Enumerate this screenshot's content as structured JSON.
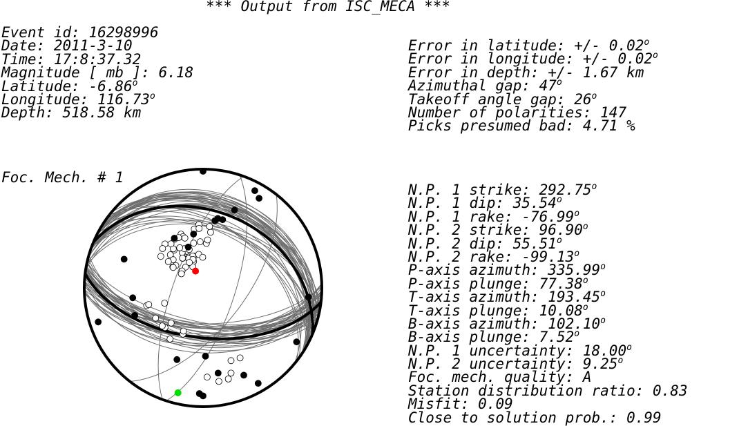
{
  "title": "*** Output from ISC_MECA ***",
  "event": {
    "lines": [
      {
        "label": "Event id: ",
        "value": "16298996",
        "unit": ""
      },
      {
        "label": "Date: ",
        "value": "2011-3-10",
        "unit": ""
      },
      {
        "label": "Time: ",
        "value": "17:8:37.32",
        "unit": ""
      },
      {
        "label": "Magnitude [ mb ]: ",
        "value": "6.18",
        "unit": ""
      },
      {
        "label": "Latitude: ",
        "value": "-6.86",
        "unit": "o"
      },
      {
        "label": "Longitude: ",
        "value": "116.73",
        "unit": "o"
      },
      {
        "label": "Depth: ",
        "value": "518.58 km",
        "unit": ""
      }
    ]
  },
  "errors": {
    "lines": [
      {
        "label": "Error in latitude: ",
        "value": "+/- 0.02",
        "unit": "o"
      },
      {
        "label": "Error in longitude: ",
        "value": "+/- 0.02",
        "unit": "o"
      },
      {
        "label": "Error in depth: ",
        "value": "+/- 1.67 km",
        "unit": ""
      },
      {
        "label": "Azimuthal gap: ",
        "value": "47",
        "unit": "o"
      },
      {
        "label": "Takeoff angle gap: ",
        "value": "26",
        "unit": "o"
      },
      {
        "label": "Number of polarities: ",
        "value": "147",
        "unit": ""
      },
      {
        "label": "Picks presumed bad: ",
        "value": "4.71 %",
        "unit": ""
      }
    ]
  },
  "mechanism": {
    "label": "Foc. Mech. # 1",
    "lines": [
      {
        "label": "N.P. 1 strike: ",
        "value": "292.75",
        "unit": "o"
      },
      {
        "label": "N.P. 1 dip: ",
        "value": "35.54",
        "unit": "o"
      },
      {
        "label": "N.P. 1 rake: ",
        "value": "-76.99",
        "unit": "o"
      },
      {
        "label": "N.P. 2 strike: ",
        "value": "96.90",
        "unit": "o"
      },
      {
        "label": "N.P. 2 dip: ",
        "value": "55.51",
        "unit": "o"
      },
      {
        "label": "N.P. 2 rake: ",
        "value": "-99.13",
        "unit": "o"
      },
      {
        "label": "P-axis azimuth: ",
        "value": "335.99",
        "unit": "o"
      },
      {
        "label": "P-axis plunge: ",
        "value": "77.38",
        "unit": "o"
      },
      {
        "label": "T-axis azimuth: ",
        "value": "193.45",
        "unit": "o"
      },
      {
        "label": "T-axis plunge: ",
        "value": "10.08",
        "unit": "o"
      },
      {
        "label": "B-axis azimuth: ",
        "value": "102.10",
        "unit": "o"
      },
      {
        "label": "B-axis plunge: ",
        "value": "7.52",
        "unit": "o"
      },
      {
        "label": "N.P. 1 uncertainty: ",
        "value": "18.00",
        "unit": "o"
      },
      {
        "label": "N.P. 2 uncertainty: ",
        "value": "9.25",
        "unit": "o"
      },
      {
        "label": "Foc. mech. quality: ",
        "value": "A",
        "unit": ""
      },
      {
        "label": "Station distribution ratio: ",
        "value": "0.83",
        "unit": ""
      },
      {
        "label": "Misfit: ",
        "value": "0.09",
        "unit": ""
      },
      {
        "label": "Close to solution prob.: ",
        "value": "0.99",
        "unit": ""
      }
    ]
  },
  "colors": {
    "compression": "#000000",
    "dilatation": "#ffffff",
    "uncertainty_planes": "#6e6e6e",
    "best_planes": "#000000",
    "p_axis": "#ff0000",
    "t_axis": "#00dd00"
  }
}
